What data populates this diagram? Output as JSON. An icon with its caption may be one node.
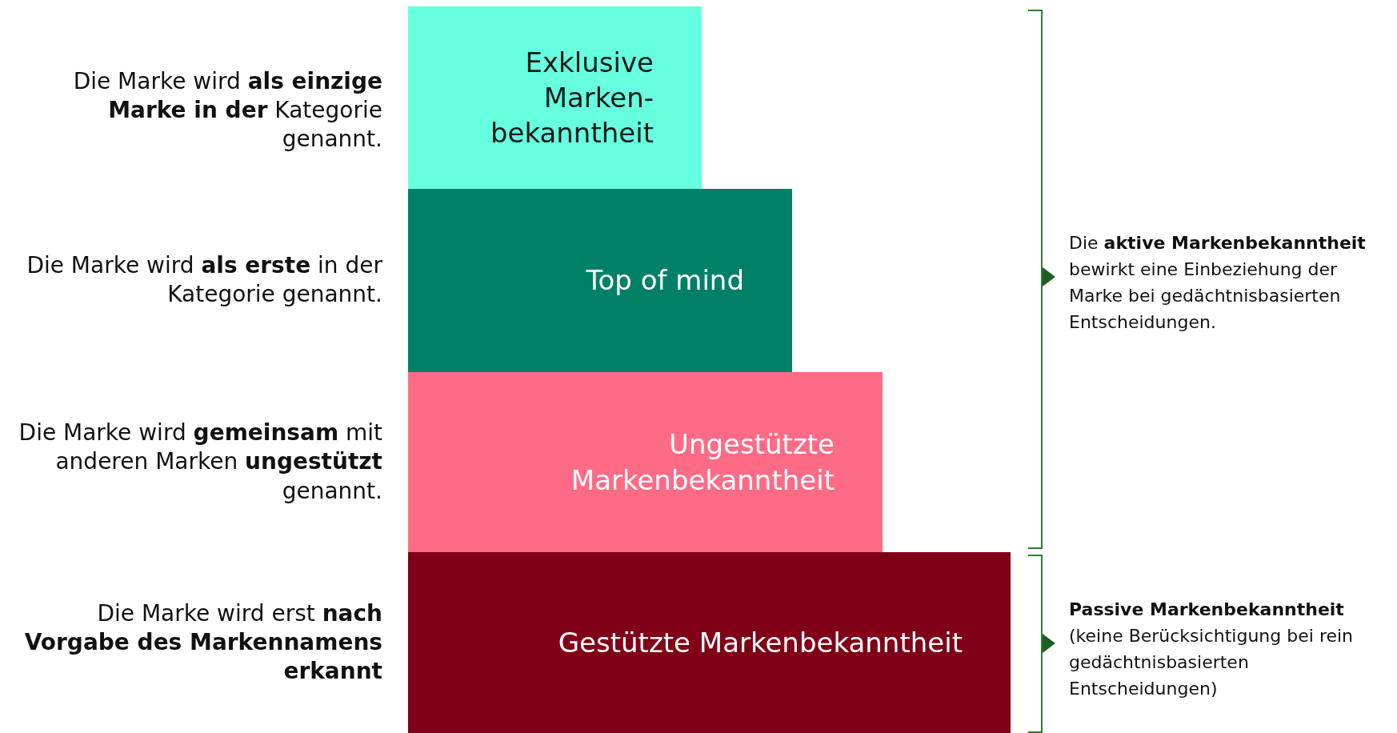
{
  "diagram": {
    "nodes": [
      {
        "text": [
          "Exklusive Marken- bekanntheit"
        ],
        "beside": [
          "Die Marke wird **als einzige Marke in der** Kategorie genannt."
        ]
      },
      {
        "text": [
          "Top of mind"
        ],
        "beside": [
          "Die Marke wird **als erste** in der Kategorie genannt."
        ]
      },
      {
        "text": [
          "Ungestützte Markenbekanntheit"
        ],
        "beside": [
          "Die Marke wird **gemeinsam** mit anderen Marken **ungestützt** genannt."
        ]
      },
      {
        "text": [
          "Gestützte Markenbekanntheit"
        ],
        "beside": [
          "Die Marke wird erst **nach Vorgabe des Markennamens erkannt**"
        ]
      }
    ],
    "labels": [
      "Die **aktive Markenbekanntheit** bewirkt eine Einbeziehung der Marke bei gedächtnisbasierten Entscheidungen.",
      "**Passive Markenbekanntheit** (keine Berücksichtigung bei rein gedächtnisbasierten Entscheidungen)"
    ]
  }
}
